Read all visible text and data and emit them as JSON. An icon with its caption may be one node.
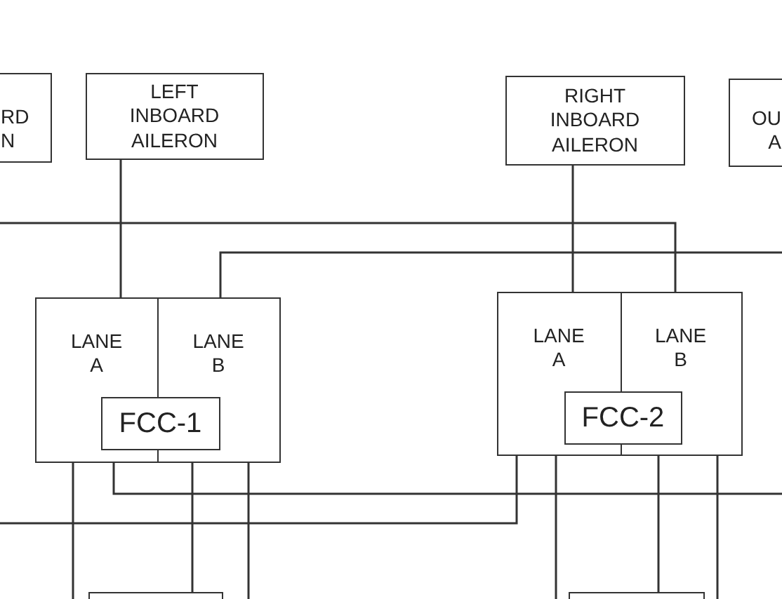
{
  "diagram": {
    "nodes": [
      {
        "text": [
          "RD N"
        ]
      },
      {
        "text": [
          "LEFT INBOARD AILERON"
        ]
      },
      {
        "text": [
          "RIGHT INBOARD AILERON"
        ]
      },
      {
        "text": [
          "OU A"
        ]
      },
      {
        "text": [
          "LANE A"
        ]
      },
      {
        "text": [
          "LANE B"
        ]
      },
      {
        "text": [
          "FCC-1"
        ]
      },
      {
        "text": [
          "LANE A"
        ]
      },
      {
        "text": [
          "LANE B"
        ]
      },
      {
        "text": [
          "FCC-2"
        ]
      },
      {
        "text": [],
        "shape": "box"
      },
      {
        "text": [],
        "shape": "box"
      }
    ],
    "edges": [
      {
        "from": 1,
        "to": 4,
        "arrow": "none"
      },
      {
        "from": null,
        "to": 8,
        "arrow": "none"
      },
      {
        "from": 2,
        "to": 7,
        "arrow": "none"
      },
      {
        "from": 5,
        "to": null,
        "arrow": "none"
      },
      {
        "from": 4,
        "to": null,
        "arrow": "none"
      },
      {
        "from": 4,
        "to": null,
        "arrow": "none"
      },
      {
        "from": 5,
        "to": 10,
        "arrow": "none"
      },
      {
        "from": 5,
        "to": null,
        "arrow": "none"
      },
      {
        "from": 7,
        "to": null,
        "arrow": "none"
      },
      {
        "from": 7,
        "to": null,
        "arrow": "none"
      },
      {
        "from": 8,
        "to": 11,
        "arrow": "none"
      },
      {
        "from": 8,
        "to": null,
        "arrow": "none"
      }
    ]
  }
}
